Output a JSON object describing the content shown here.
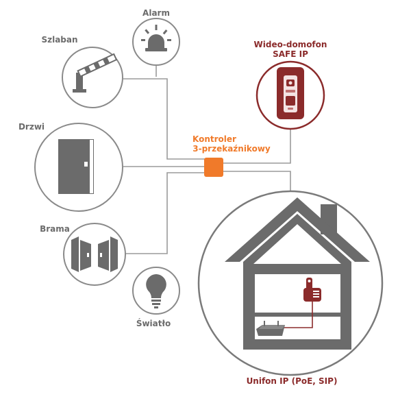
{
  "labels": {
    "alarm": "Alarm",
    "szlaban": "Szlaban",
    "drzwi": "Drzwi",
    "brama": "Brama",
    "swiatlo": "Światło",
    "controller_line1": "Kontroler",
    "controller_line2": "3-przekaźnikowy",
    "intercom_line1": "Wideo-domofon",
    "intercom_line2": "SAFE IP",
    "unifon": "Unifon IP (PoE, SIP)"
  },
  "colors": {
    "gray": "#6b6b6b",
    "line": "#9a9a9a",
    "orange": "#f07a2a",
    "dark_red": "#8b2b2b",
    "white": "#ffffff"
  },
  "icons": [
    "alarm-icon",
    "barrier-icon",
    "door-icon",
    "gate-icon",
    "bulb-icon",
    "intercom-icon",
    "house-icon",
    "desk-phone-icon",
    "router-icon"
  ]
}
